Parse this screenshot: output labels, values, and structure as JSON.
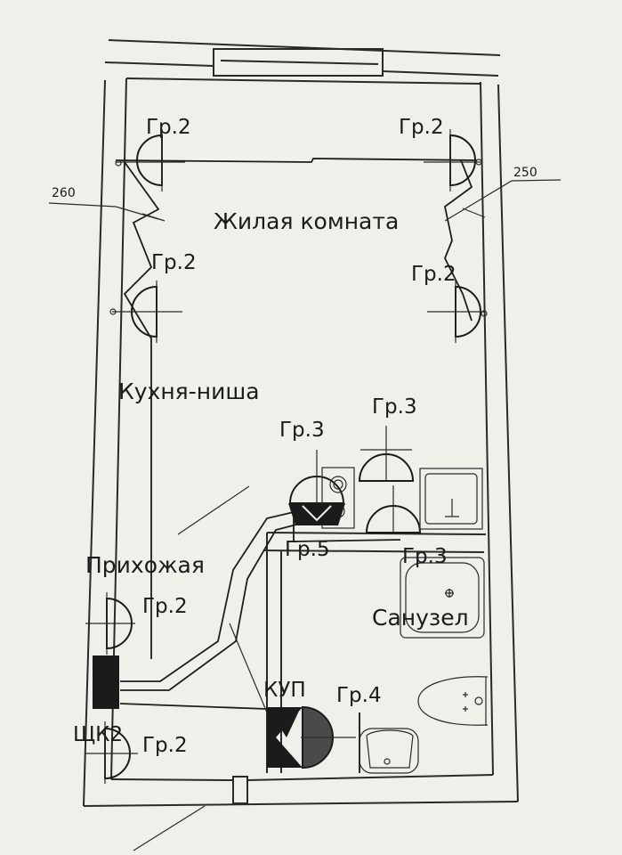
{
  "rooms": {
    "living": "Жилая комната",
    "kitchen": "Кухня-ниша",
    "hall": "Прихожая",
    "bathroom": "Санузел"
  },
  "dimensions": {
    "left": "260",
    "right": "250"
  },
  "groups": {
    "gr2_tl": "Гр.2",
    "gr2_tr": "Гр.2",
    "gr2_ml": "Гр.2",
    "gr2_mr": "Гр.2",
    "gr3_a": "Гр.3",
    "gr3_b": "Гр.3",
    "gr5": "Гр.5",
    "gr3_c": "Гр.3",
    "gr2_hall": "Гр.2",
    "gr4": "Гр.4",
    "gr2_bottom": "Гр.2"
  },
  "devices": {
    "panel": "ЩК2",
    "kup": "КУП"
  },
  "colors": {
    "paper": "#f1efe9",
    "ink": "#1b1b1b"
  }
}
